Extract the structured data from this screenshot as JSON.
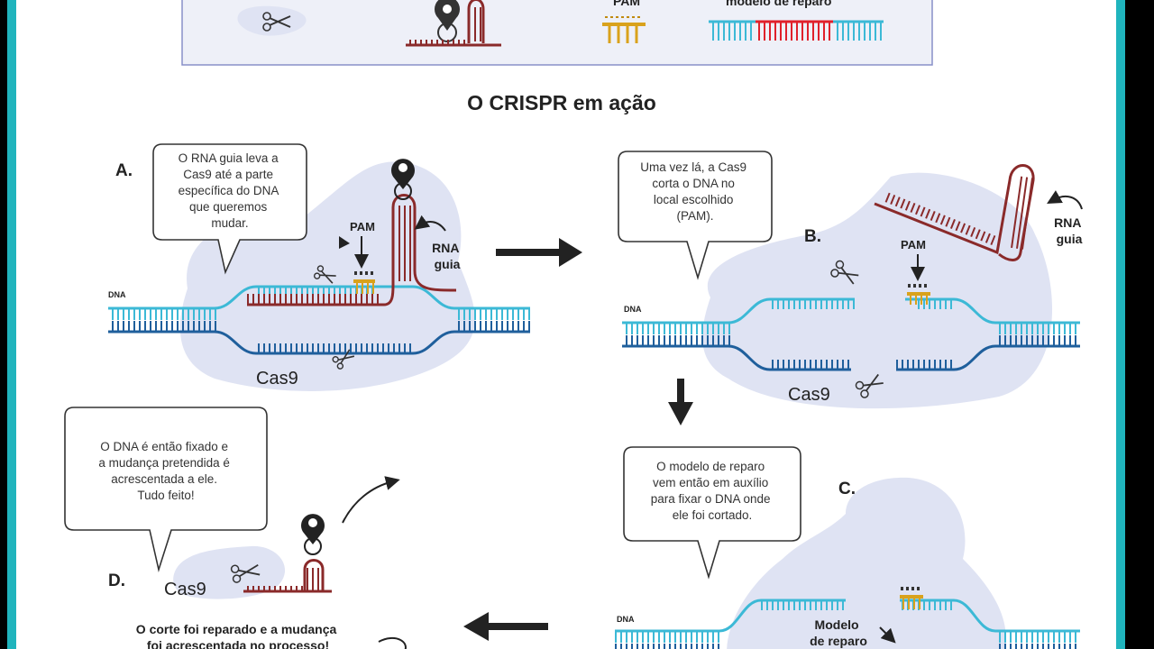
{
  "legend": {
    "pam_label": "PAM",
    "repair_label": "modelo de reparo"
  },
  "title": "O CRISPR em ação",
  "panels": {
    "a": {
      "letter": "A.",
      "bubble": [
        "O RNA guia leva a",
        "Cas9 até a parte",
        "específica do DNA",
        "que queremos",
        "mudar."
      ],
      "dna_label": "DNA",
      "pam_label": "PAM",
      "rna_label": [
        "RNA",
        "guia"
      ],
      "protein_label": "Cas9"
    },
    "b": {
      "letter": "B.",
      "bubble": [
        "Uma vez lá, a Cas9",
        "corta o DNA no",
        "local escolhido",
        "(PAM)."
      ],
      "dna_label": "DNA",
      "pam_label": "PAM",
      "rna_label": [
        "RNA",
        "guia"
      ],
      "protein_label": "Cas9"
    },
    "c": {
      "letter": "C.",
      "bubble": [
        "O modelo de reparo",
        "vem então em auxílio",
        "para fixar o DNA onde",
        "ele foi cortado."
      ],
      "dna_label": "DNA",
      "repair_label": [
        "Modelo",
        "de reparo"
      ]
    },
    "d": {
      "letter": "D.",
      "bubble": [
        "O DNA é então fixado e",
        "a mudança pretendida é",
        "acrescentada a ele.",
        "Tudo feito!"
      ],
      "protein_label": "Cas9",
      "caption": [
        "O corte foi reparado e a mudança",
        "foi acrescentada no processo!"
      ]
    }
  },
  "colors": {
    "border": "#20b4bd",
    "dna_light": "#3cb9d6",
    "dna_dark": "#1f5f9c",
    "rna": "#8a2a2a",
    "pam": "#d9a21c",
    "repair_red": "#e0212b",
    "blob": "#dfe3f3"
  }
}
